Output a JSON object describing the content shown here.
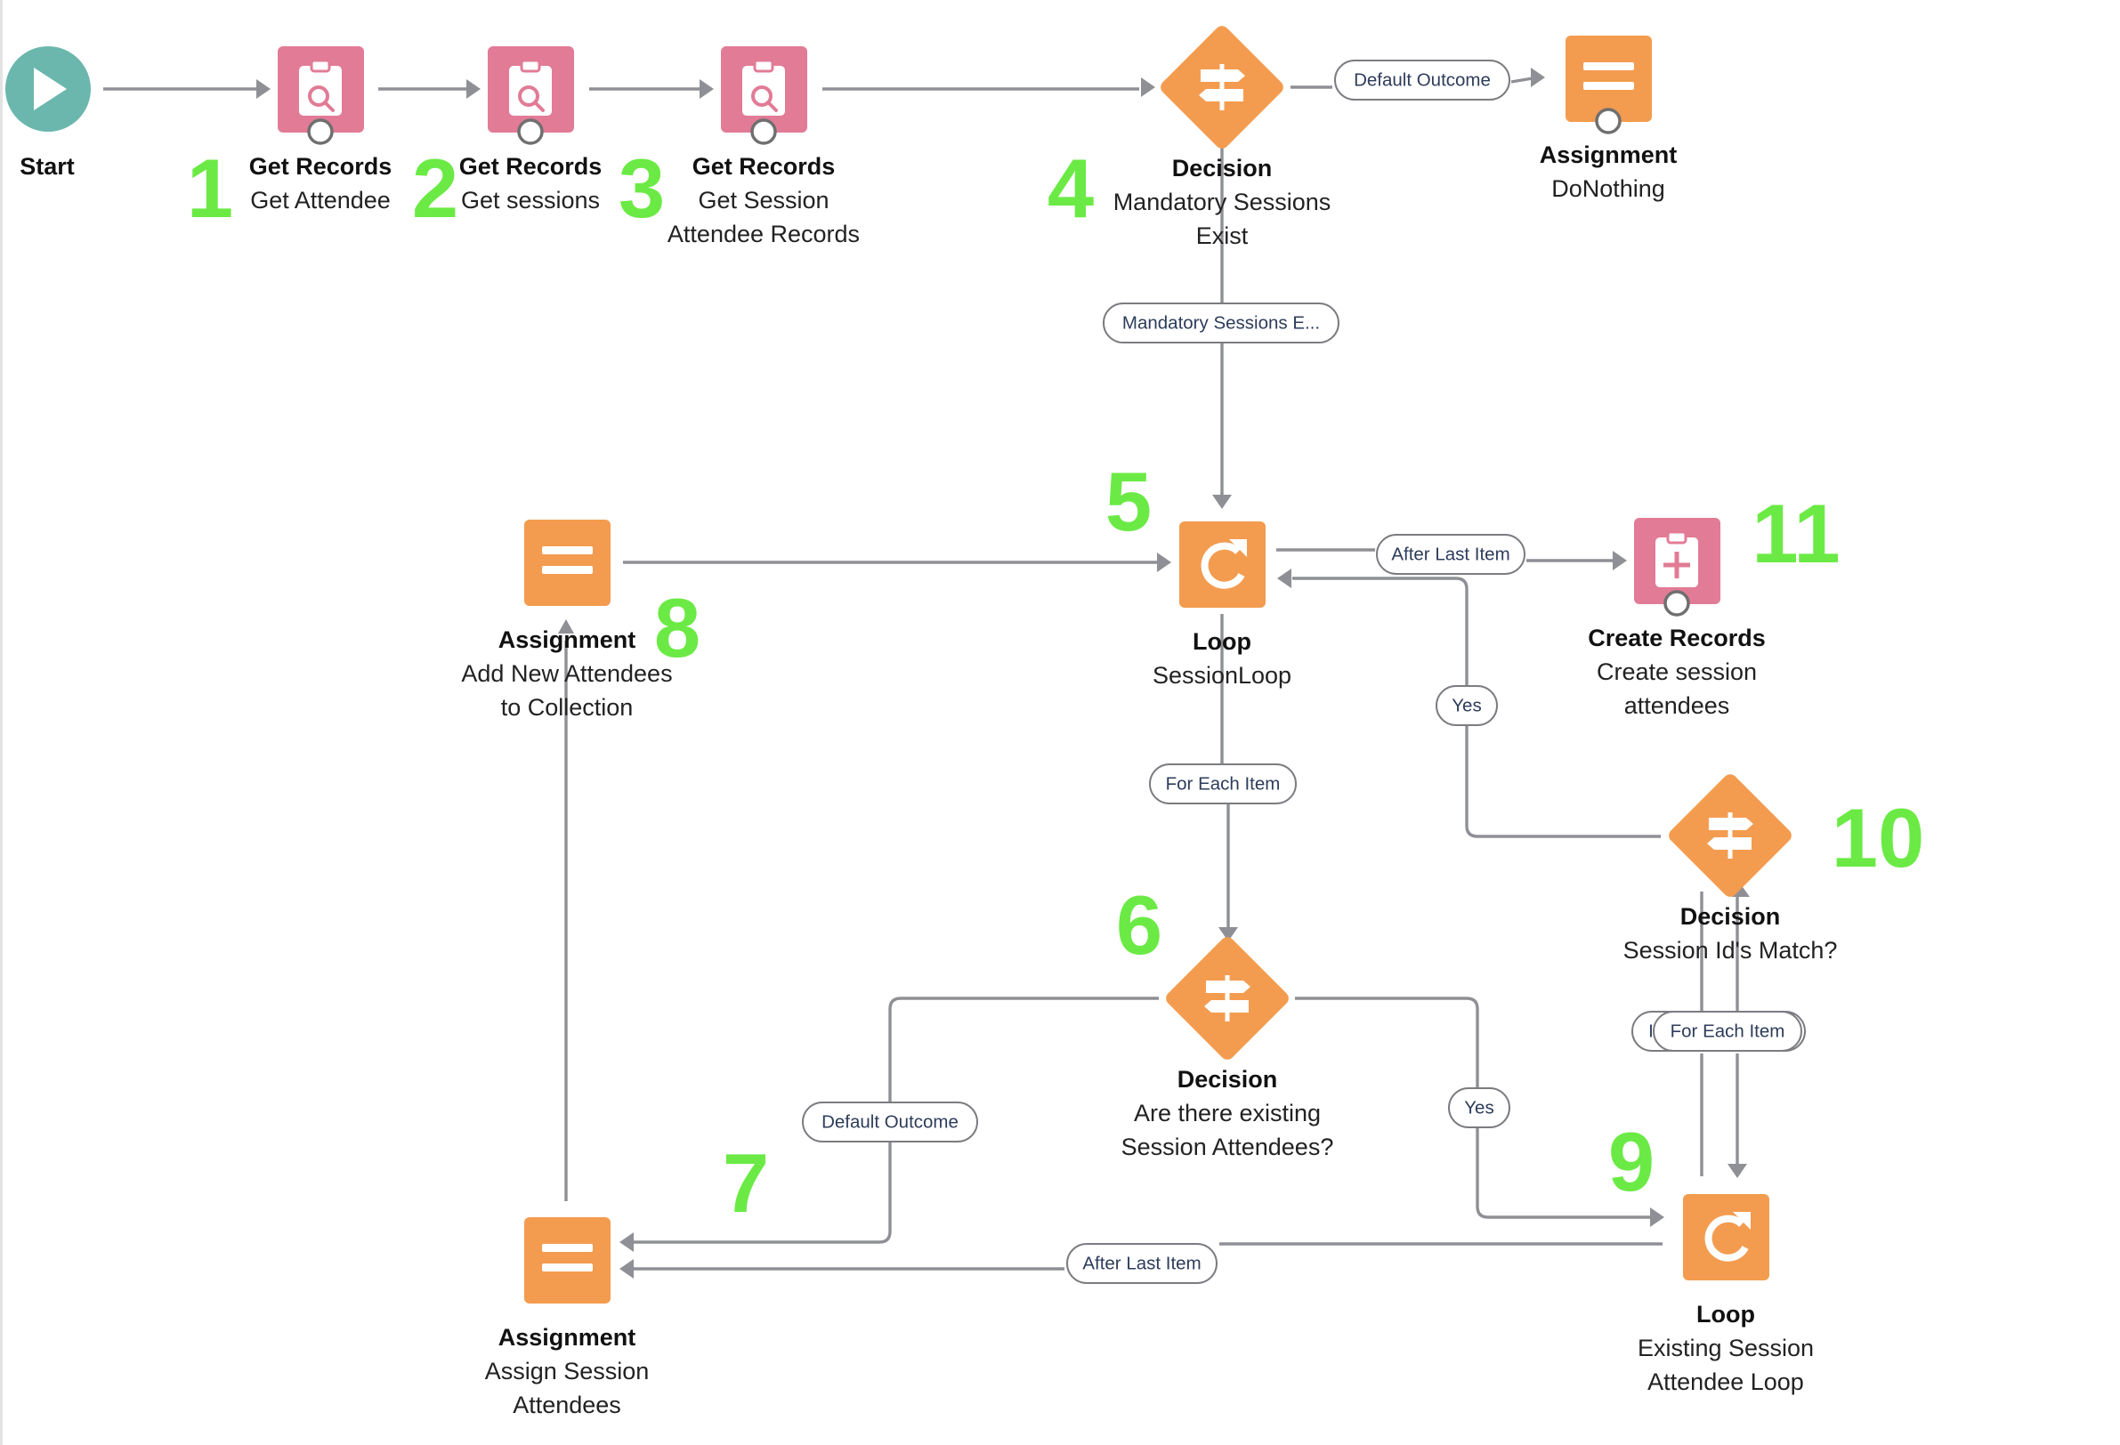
{
  "nodes": {
    "start": {
      "title": "Start"
    },
    "get_attendee": {
      "type": "Get Records",
      "lines": [
        "Get Attendee"
      ]
    },
    "get_sessions": {
      "type": "Get Records",
      "lines": [
        "Get sessions"
      ]
    },
    "get_session_attendee_records": {
      "type": "Get Records",
      "lines": [
        "Get Session",
        "Attendee Records"
      ]
    },
    "decision_mandatory": {
      "type": "Decision",
      "lines": [
        "Mandatory Sessions",
        "Exist"
      ]
    },
    "assignment_donothing": {
      "type": "Assignment",
      "lines": [
        "DoNothing"
      ]
    },
    "loop_session": {
      "type": "Loop",
      "lines": [
        "SessionLoop"
      ]
    },
    "assignment_add_new": {
      "type": "Assignment",
      "lines": [
        "Add New Attendees",
        "to Collection"
      ]
    },
    "create_records": {
      "type": "Create Records",
      "lines": [
        "Create session",
        "attendees"
      ]
    },
    "decision_existing": {
      "type": "Decision",
      "lines": [
        "Are there existing",
        "Session Attendees?"
      ]
    },
    "decision_match": {
      "type": "Decision",
      "lines": [
        "Session Id's Match?"
      ]
    },
    "assignment_assign": {
      "type": "Assignment",
      "lines": [
        "Assign Session",
        "Attendees"
      ]
    },
    "loop_existing": {
      "type": "Loop",
      "lines": [
        "Existing Session",
        "Attendee Loop"
      ]
    }
  },
  "connector_labels": {
    "default_outcome_top": "Default Outcome",
    "mandatory_sessions": "Mandatory Sessions E...",
    "after_last_item_top": "After Last Item",
    "yes_match": "Yes",
    "for_each_item_session": "For Each Item",
    "default_outcome_bottom": "Default Outcome",
    "yes_existing": "Yes",
    "for_each_item_existing": "For Each Item",
    "for_each_item_partial": "I",
    "after_last_item_bottom": "After Last Item"
  },
  "step_numbers": [
    "1",
    "2",
    "3",
    "4",
    "5",
    "6",
    "7",
    "8",
    "9",
    "10",
    "11"
  ],
  "colors": {
    "start": "#6bb7ad",
    "get_records": "#e27b96",
    "create_records": "#e27b96",
    "decision": "#f39c4f",
    "assignment": "#f39c4f",
    "loop": "#f39c4f",
    "connector": "#8f9095",
    "step_number": "#6bea45"
  },
  "icons": {
    "start": "play-icon",
    "get_records": "clipboard-search-icon",
    "create_records": "clipboard-plus-icon",
    "decision": "signpost-icon",
    "assignment": "equals-icon",
    "loop": "loop-icon"
  }
}
